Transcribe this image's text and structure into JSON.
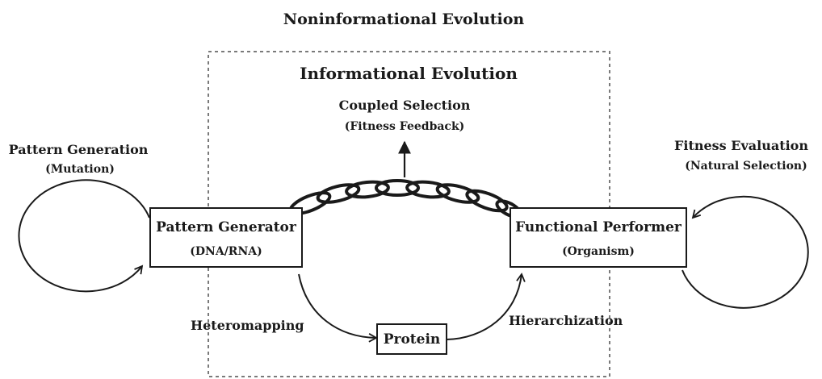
{
  "diagram": {
    "outer_title": "Noninformational Evolution",
    "inner_title": "Informational Evolution",
    "coupled_selection": {
      "title": "Coupled Selection",
      "subtitle": "(Fitness Feedback)"
    },
    "pattern_generation": {
      "title": "Pattern Generation",
      "subtitle": "(Mutation)"
    },
    "fitness_evaluation": {
      "title": "Fitness Evaluation",
      "subtitle": "(Natural Selection)"
    },
    "pattern_generator": {
      "title": "Pattern Generator",
      "subtitle": "(DNA/RNA)"
    },
    "functional_performer": {
      "title": "Functional Performer",
      "subtitle": "(Organism)"
    },
    "protein": {
      "label": "Protein"
    },
    "heteromapping": "Heteromapping",
    "hierarchization": "Hierarchization"
  },
  "colors": {
    "ink": "#1a1a1a",
    "dashed_border": "#7a7a7a",
    "background": "#ffffff"
  }
}
